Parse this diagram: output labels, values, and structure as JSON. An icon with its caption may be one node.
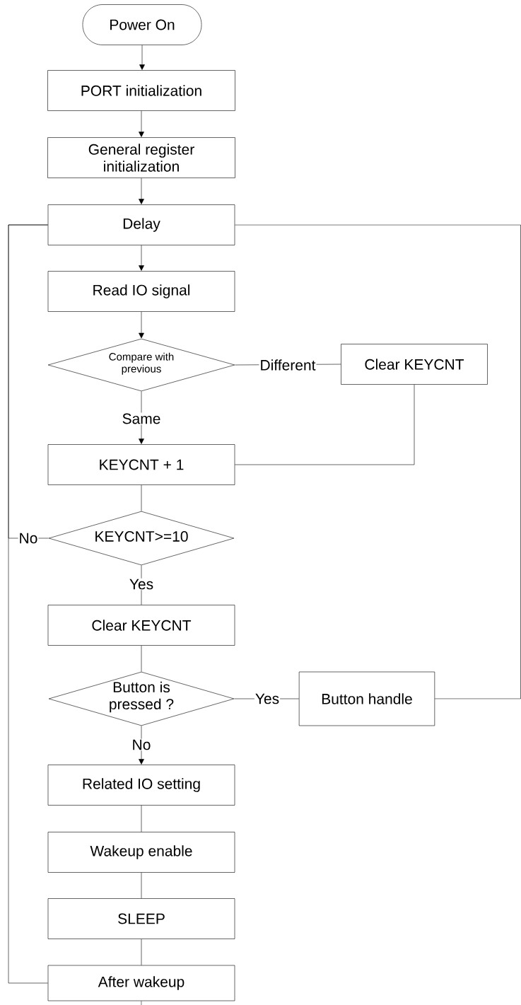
{
  "diagram": {
    "nodes": [
      {
        "text": [
          "Power On"
        ]
      },
      {
        "text": [
          "PORT initialization"
        ]
      },
      {
        "text": [
          "General register initialization"
        ]
      },
      {
        "text": [
          "Delay"
        ]
      },
      {
        "text": [
          "Read IO signal"
        ]
      },
      {
        "text": [
          "Compare with previous"
        ]
      },
      {
        "text": [
          "Clear KEYCNT"
        ]
      },
      {
        "text": [
          "KEYCNT + 1"
        ]
      },
      {
        "text": [
          "KEYCNT>=10"
        ]
      },
      {
        "text": [
          "Clear KEYCNT"
        ]
      },
      {
        "text": [
          "Button is pressed ?"
        ]
      },
      {
        "text": [
          "Button handle"
        ]
      },
      {
        "text": [
          "Related IO setting"
        ]
      },
      {
        "text": [
          "Wakeup enable"
        ]
      },
      {
        "text": [
          "SLEEP"
        ]
      },
      {
        "text": [
          "After wakeup"
        ]
      }
    ],
    "edges": [
      {
        "from": 0,
        "to": 1,
        "arrow": "to"
      },
      {
        "from": 1,
        "to": 2,
        "arrow": "to"
      },
      {
        "from": 2,
        "to": 3,
        "arrow": "to"
      },
      {
        "from": 3,
        "to": 4,
        "arrow": "to"
      },
      {
        "from": 4,
        "to": 5,
        "arrow": "to"
      },
      {
        "from": 5,
        "to": 7,
        "label": "Same",
        "arrow": "to"
      },
      {
        "from": 5,
        "to": 6,
        "label": "Different",
        "arrow": "none"
      },
      {
        "from": 6,
        "to": 7,
        "arrow": "none"
      },
      {
        "from": 7,
        "to": 8,
        "arrow": "none"
      },
      {
        "from": 8,
        "to": 3,
        "label": "No",
        "arrow": "none"
      },
      {
        "from": 8,
        "to": 9,
        "label": "Yes",
        "arrow": "none"
      },
      {
        "from": 9,
        "to": 10,
        "arrow": "none"
      },
      {
        "from": 10,
        "to": 12,
        "label": "No",
        "arrow": "to"
      },
      {
        "from": 10,
        "to": 11,
        "label": "Yes",
        "arrow": "none"
      },
      {
        "from": 11,
        "to": 3,
        "arrow": "none"
      },
      {
        "from": 12,
        "to": 13,
        "arrow": "none"
      },
      {
        "from": 13,
        "to": 14,
        "arrow": "none"
      },
      {
        "from": 14,
        "to": 15,
        "arrow": "none"
      },
      {
        "from": 15,
        "to": 3,
        "arrow": "none"
      },
      {
        "from": 15,
        "to": null,
        "arrow": "none"
      }
    ]
  }
}
